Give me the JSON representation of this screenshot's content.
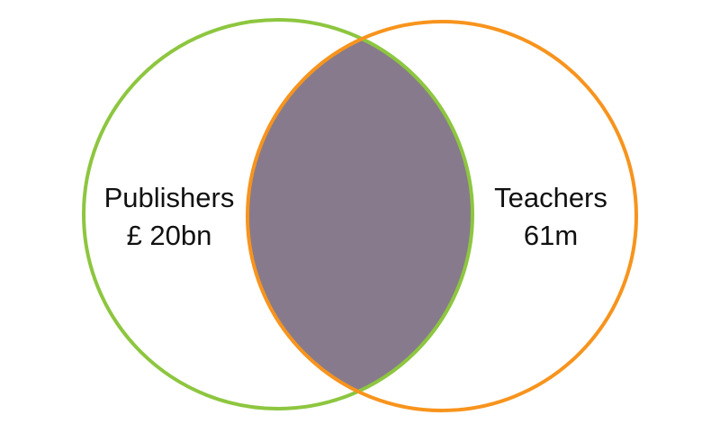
{
  "diagram": {
    "type": "venn",
    "left_set": {
      "name": "Publishers",
      "value": "£ 20bn",
      "stroke_color": "#8dc63f"
    },
    "right_set": {
      "name": "Teachers",
      "value": "61m",
      "stroke_color": "#f7941d"
    },
    "intersection": {
      "fill_color": "#877a8c"
    },
    "background_color": "#ffffff"
  }
}
